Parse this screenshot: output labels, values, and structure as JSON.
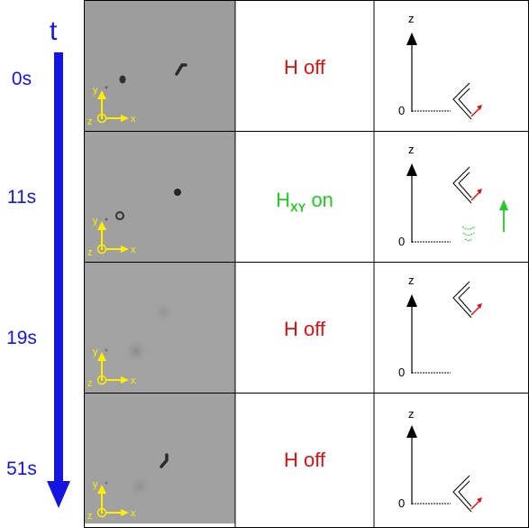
{
  "time_axis": {
    "label": "t",
    "color": "#1515e0",
    "times": [
      "0s",
      "11s",
      "19s",
      "51s"
    ]
  },
  "rows": [
    {
      "time": "0s",
      "field": {
        "main": "H",
        "sub": "",
        "state": "off",
        "color": "#e01010"
      }
    },
    {
      "time": "11s",
      "field": {
        "main": "H",
        "sub": "XY",
        "state": "on",
        "color": "#22cc22"
      }
    },
    {
      "time": "19s",
      "field": {
        "main": "H",
        "sub": "",
        "state": "off",
        "color": "#e01010"
      }
    },
    {
      "time": "51s",
      "field": {
        "main": "H",
        "sub": "",
        "state": "off",
        "color": "#e01010"
      }
    }
  ],
  "axes_overlay": {
    "y": "y",
    "z": "z",
    "x": "x",
    "color": "#ffee00"
  },
  "diagram": {
    "axis_label": "z",
    "zero_label": "0"
  },
  "colors": {
    "arrow_red": "#e01010",
    "arrow_green": "#22cc22",
    "microscope_bg": "#9e9e9e"
  }
}
